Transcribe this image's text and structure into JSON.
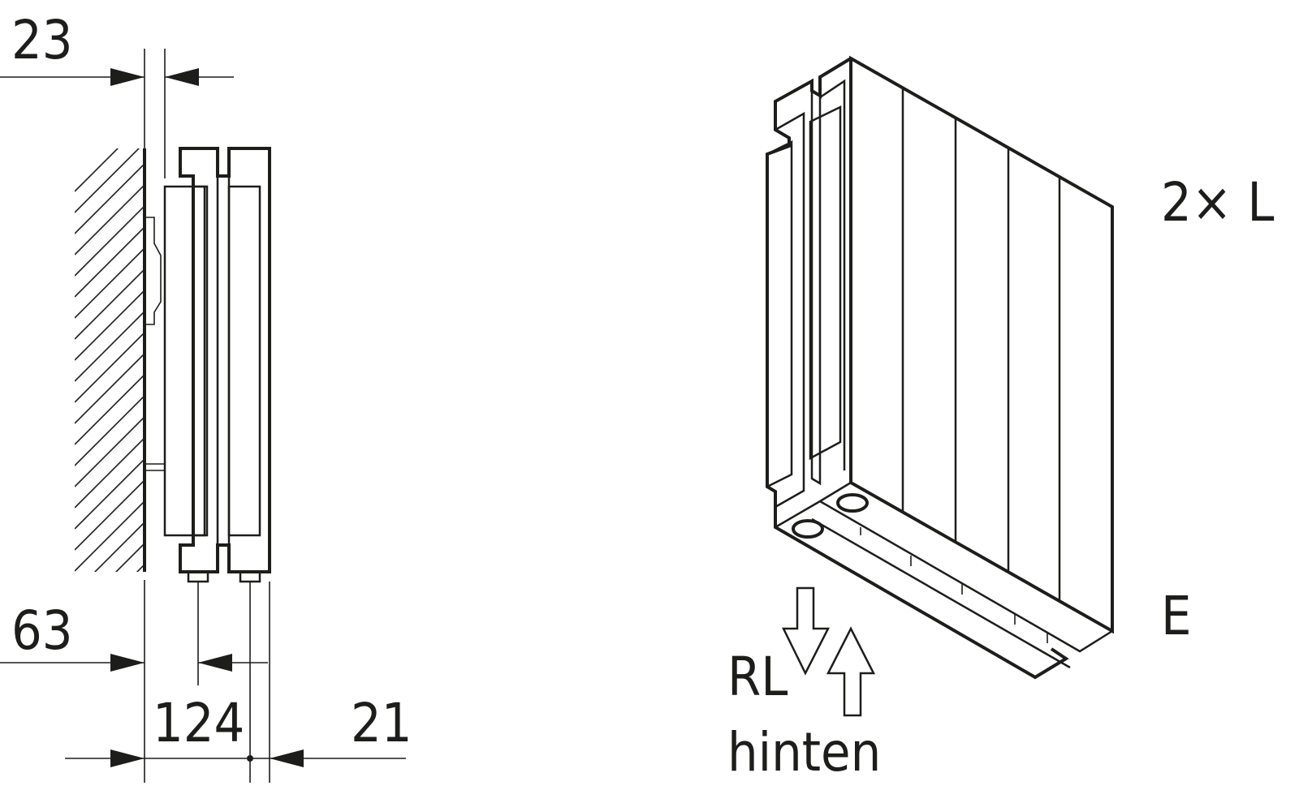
{
  "dimensions": {
    "top_offset": "23",
    "wall_to_connection": "63",
    "depth": "124",
    "connection_to_back": "21"
  },
  "labels": {
    "count_length": "2× L",
    "e_label": "E",
    "return_label": "RL",
    "rear_label": "hinten"
  },
  "colors": {
    "line": "#1d1d1b",
    "background": "#ffffff"
  }
}
